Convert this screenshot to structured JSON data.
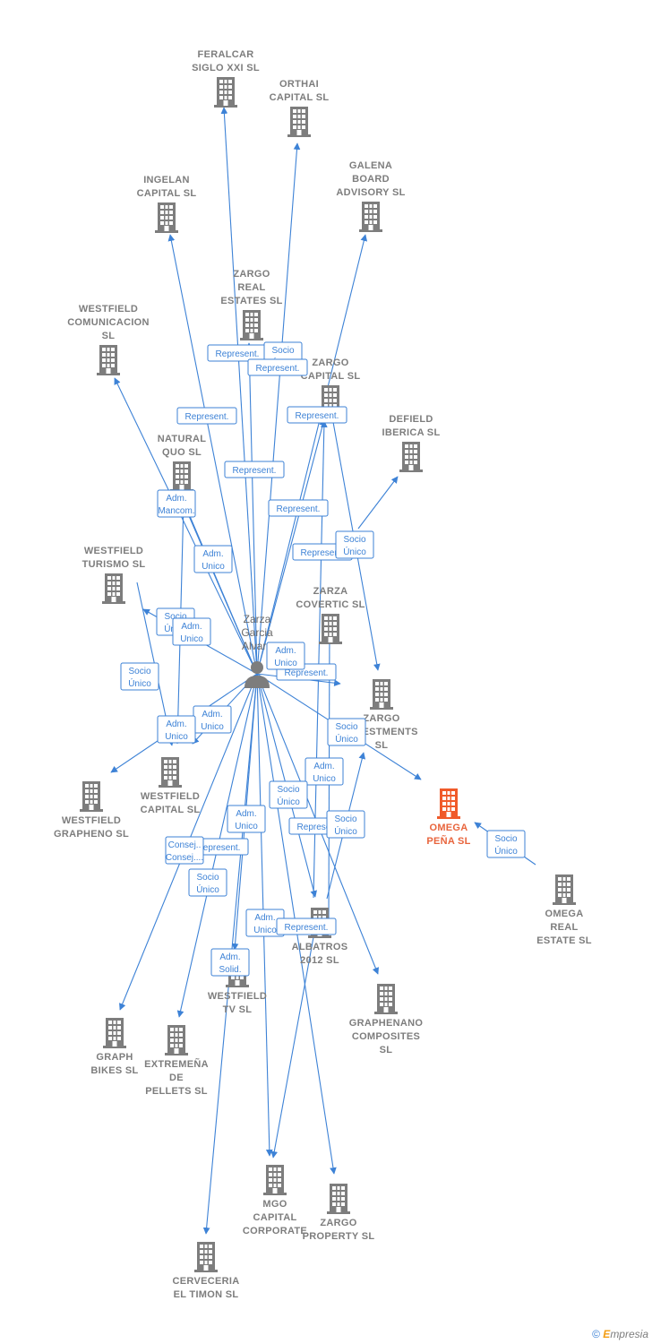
{
  "person": {
    "label_lines": [
      "Zarza",
      "Garcia",
      "Alvaro"
    ]
  },
  "nodes": [
    {
      "id": "feralcar",
      "lines": [
        "FERALCAR",
        "SIGLO XXI  SL"
      ],
      "focus": false
    },
    {
      "id": "orthai",
      "lines": [
        "ORTHAI",
        "CAPITAL  SL"
      ],
      "focus": false
    },
    {
      "id": "ingelan",
      "lines": [
        "INGELAN",
        "CAPITAL  SL"
      ],
      "focus": false
    },
    {
      "id": "galena",
      "lines": [
        "GALENA",
        "BOARD",
        "ADVISORY  SL"
      ],
      "focus": false
    },
    {
      "id": "zargo_real",
      "lines": [
        "ZARGO",
        "REAL",
        "ESTATES  SL"
      ],
      "focus": false
    },
    {
      "id": "westfield_com",
      "lines": [
        "WESTFIELD",
        "COMUNICACION",
        "SL"
      ],
      "focus": false
    },
    {
      "id": "zargo_capital",
      "lines": [
        "ZARGO",
        "CAPITAL  SL"
      ],
      "focus": false
    },
    {
      "id": "defield",
      "lines": [
        "DEFIELD",
        "IBERICA  SL"
      ],
      "focus": false
    },
    {
      "id": "natural_quo",
      "lines": [
        "NATURAL",
        "QUO  SL"
      ],
      "focus": false
    },
    {
      "id": "westfield_tur",
      "lines": [
        "WESTFIELD",
        "TURISMO  SL"
      ],
      "focus": false
    },
    {
      "id": "zarza_covertic",
      "lines": [
        "ZARZA",
        "COVERTIC  SL"
      ],
      "focus": false
    },
    {
      "id": "zargo_inv",
      "lines": [
        "ZARGO",
        "INVESTMENTS",
        "SL"
      ],
      "focus": false
    },
    {
      "id": "westfield_cap",
      "lines": [
        "WESTFIELD",
        "CAPITAL  SL"
      ],
      "focus": false
    },
    {
      "id": "westfield_gra",
      "lines": [
        "WESTFIELD",
        "GRAPHENO  SL"
      ],
      "focus": false
    },
    {
      "id": "omega_pena",
      "lines": [
        "OMEGA",
        "PEÑA  SL"
      ],
      "focus": true
    },
    {
      "id": "omega_real",
      "lines": [
        "OMEGA",
        "REAL",
        "ESTATE  SL"
      ],
      "focus": false
    },
    {
      "id": "albatros",
      "lines": [
        "ALBATROS",
        "2012 SL"
      ],
      "focus": false
    },
    {
      "id": "westfield_tv",
      "lines": [
        "WESTFIELD",
        "TV  SL"
      ],
      "focus": false
    },
    {
      "id": "graphenano",
      "lines": [
        "GRAPHENANO",
        "COMPOSITES",
        "SL"
      ],
      "focus": false
    },
    {
      "id": "graph_bikes",
      "lines": [
        "GRAPH",
        "BIKES  SL"
      ],
      "focus": false
    },
    {
      "id": "extremena",
      "lines": [
        "EXTREMEÑA",
        "DE",
        "PELLETS  SL"
      ],
      "focus": false
    },
    {
      "id": "mgo",
      "lines": [
        "MGO",
        "CAPITAL",
        "CORPORATE"
      ],
      "focus": false
    },
    {
      "id": "zargo_prop",
      "lines": [
        "ZARGO",
        "PROPERTY  SL"
      ],
      "focus": false
    },
    {
      "id": "cerveceria",
      "lines": [
        "CERVECERIA",
        "EL TIMON SL"
      ],
      "focus": false
    }
  ],
  "badges": [
    {
      "lines": [
        "Represent."
      ]
    },
    {
      "lines": [
        "Socio",
        "Único"
      ]
    },
    {
      "lines": [
        "Represent."
      ]
    },
    {
      "lines": [
        "Represent."
      ]
    },
    {
      "lines": [
        "Represent."
      ]
    },
    {
      "lines": [
        "Represent."
      ]
    },
    {
      "lines": [
        "Represent."
      ]
    },
    {
      "lines": [
        "Adm.",
        "Mancom."
      ]
    },
    {
      "lines": [
        "Represent."
      ]
    },
    {
      "lines": [
        "Socio",
        "Único"
      ]
    },
    {
      "lines": [
        "Adm.",
        "Unico"
      ]
    },
    {
      "lines": [
        "Socio",
        "Único"
      ]
    },
    {
      "lines": [
        "Adm.",
        "Unico"
      ]
    },
    {
      "lines": [
        "Represent."
      ]
    },
    {
      "lines": [
        "Socio",
        "Único"
      ]
    },
    {
      "lines": [
        "Adm.",
        "Unico"
      ]
    },
    {
      "lines": [
        "Adm.",
        "Unico"
      ]
    },
    {
      "lines": [
        "Adm.",
        "Unico"
      ]
    },
    {
      "lines": [
        "Socio",
        "Único"
      ]
    },
    {
      "lines": [
        "Adm.",
        "Unico"
      ]
    },
    {
      "lines": [
        "Socio",
        "Único"
      ]
    },
    {
      "lines": [
        "Represent."
      ]
    },
    {
      "lines": [
        "Adm.",
        "Unico"
      ]
    },
    {
      "lines": [
        "Represent."
      ]
    },
    {
      "lines": [
        "Consej..",
        "Consej...."
      ]
    },
    {
      "lines": [
        "Socio",
        "Único"
      ]
    },
    {
      "lines": [
        "Socio",
        "Único"
      ]
    },
    {
      "lines": [
        "Adm.",
        "Unico"
      ]
    },
    {
      "lines": [
        "Represent."
      ]
    },
    {
      "lines": [
        "Adm.",
        "Solid."
      ]
    },
    {
      "lines": [
        "Socio",
        "Único"
      ]
    }
  ],
  "footer": {
    "copyright": "©",
    "brand_e": "E",
    "brand_rest": "mpresia"
  }
}
